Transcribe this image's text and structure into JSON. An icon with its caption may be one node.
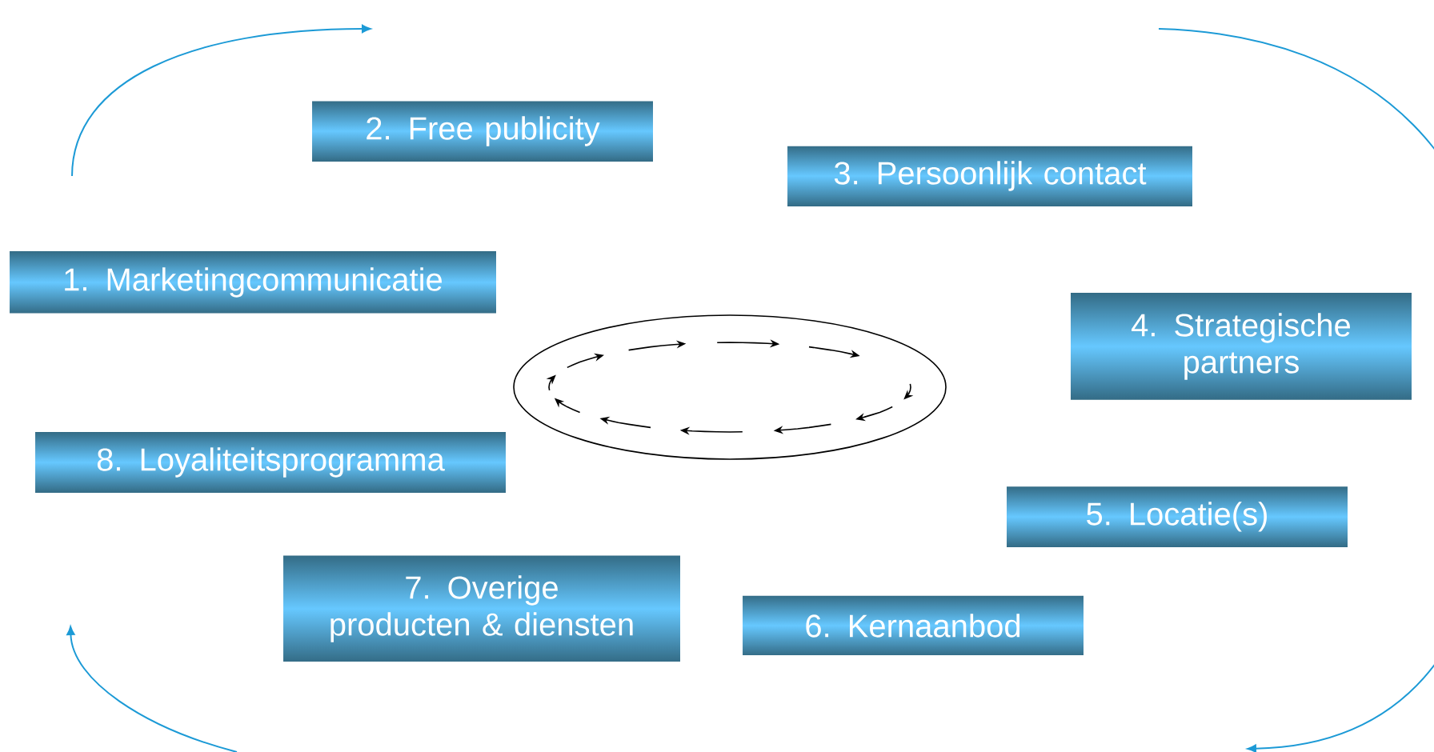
{
  "diagram": {
    "nodes": [
      {
        "text": [
          "1. Marketingcommunicatie"
        ]
      },
      {
        "text": [
          "2. Free publicity"
        ]
      },
      {
        "text": [
          "3. Persoonlijk contact"
        ]
      },
      {
        "text": [
          "4. Strategische partners"
        ]
      },
      {
        "text": [
          "5. Locatie(s)"
        ]
      },
      {
        "text": [
          "6. Kernaanbod"
        ]
      },
      {
        "text": [
          "7. Overige producten & diensten"
        ]
      },
      {
        "text": [
          "8. Loyaliteitsprogramma"
        ]
      }
    ]
  }
}
